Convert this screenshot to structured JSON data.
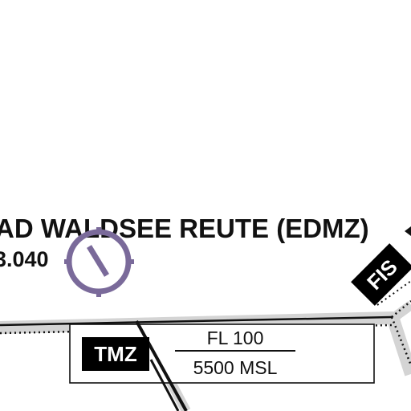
{
  "map": {
    "aerodrome": {
      "name": "AD WALDSEE REUTE (EDMZ)",
      "frequency": "3.040",
      "symbol_icon": "airfield-symbol-icon",
      "symbol_color": "#7a6a9a"
    },
    "tmz": {
      "label": "TMZ",
      "upper_limit": "FL 100",
      "lower_limit": "5500 MSL"
    },
    "fis": {
      "label": "FIS"
    },
    "colors": {
      "background": "#ffffff",
      "boundary_shading": "#d4d4d4",
      "line": "#111111",
      "badge": "#000000"
    }
  }
}
